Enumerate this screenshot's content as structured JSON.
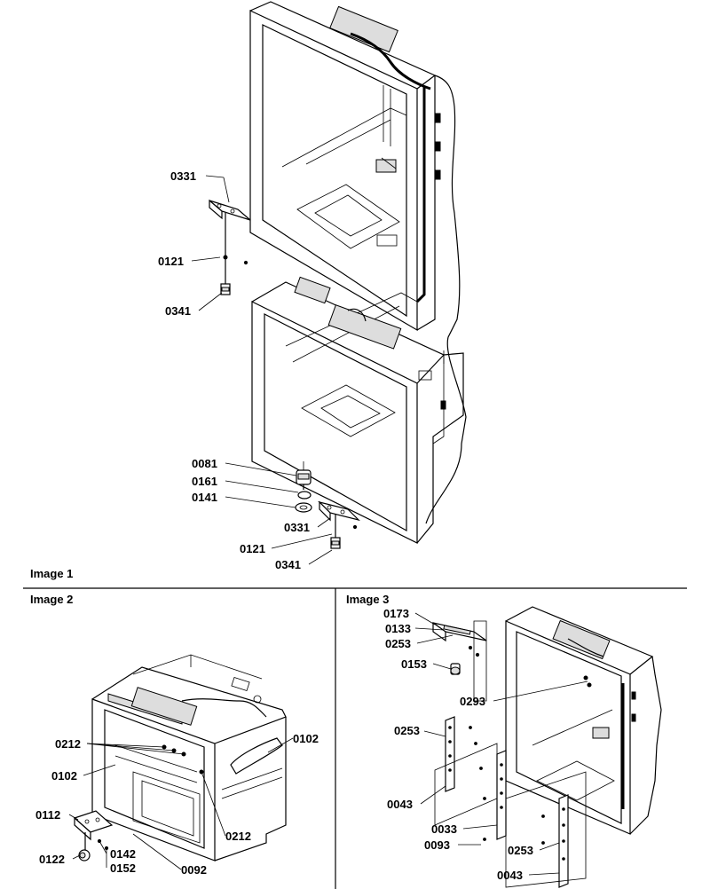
{
  "panels": {
    "image1": "Image 1",
    "image2": "Image 2",
    "image3": "Image 3"
  },
  "callouts1": [
    "0331",
    "0121",
    "0341",
    "0081",
    "0161",
    "0141",
    "0331",
    "0121",
    "0341"
  ],
  "callouts2": [
    "0212",
    "0102",
    "0102",
    "0112",
    "0142",
    "0122",
    "0152",
    "0092",
    "0212"
  ],
  "callouts3": [
    "0173",
    "0133",
    "0253",
    "0153",
    "0293",
    "0253",
    "0043",
    "0033",
    "0093",
    "0253",
    "0043"
  ]
}
